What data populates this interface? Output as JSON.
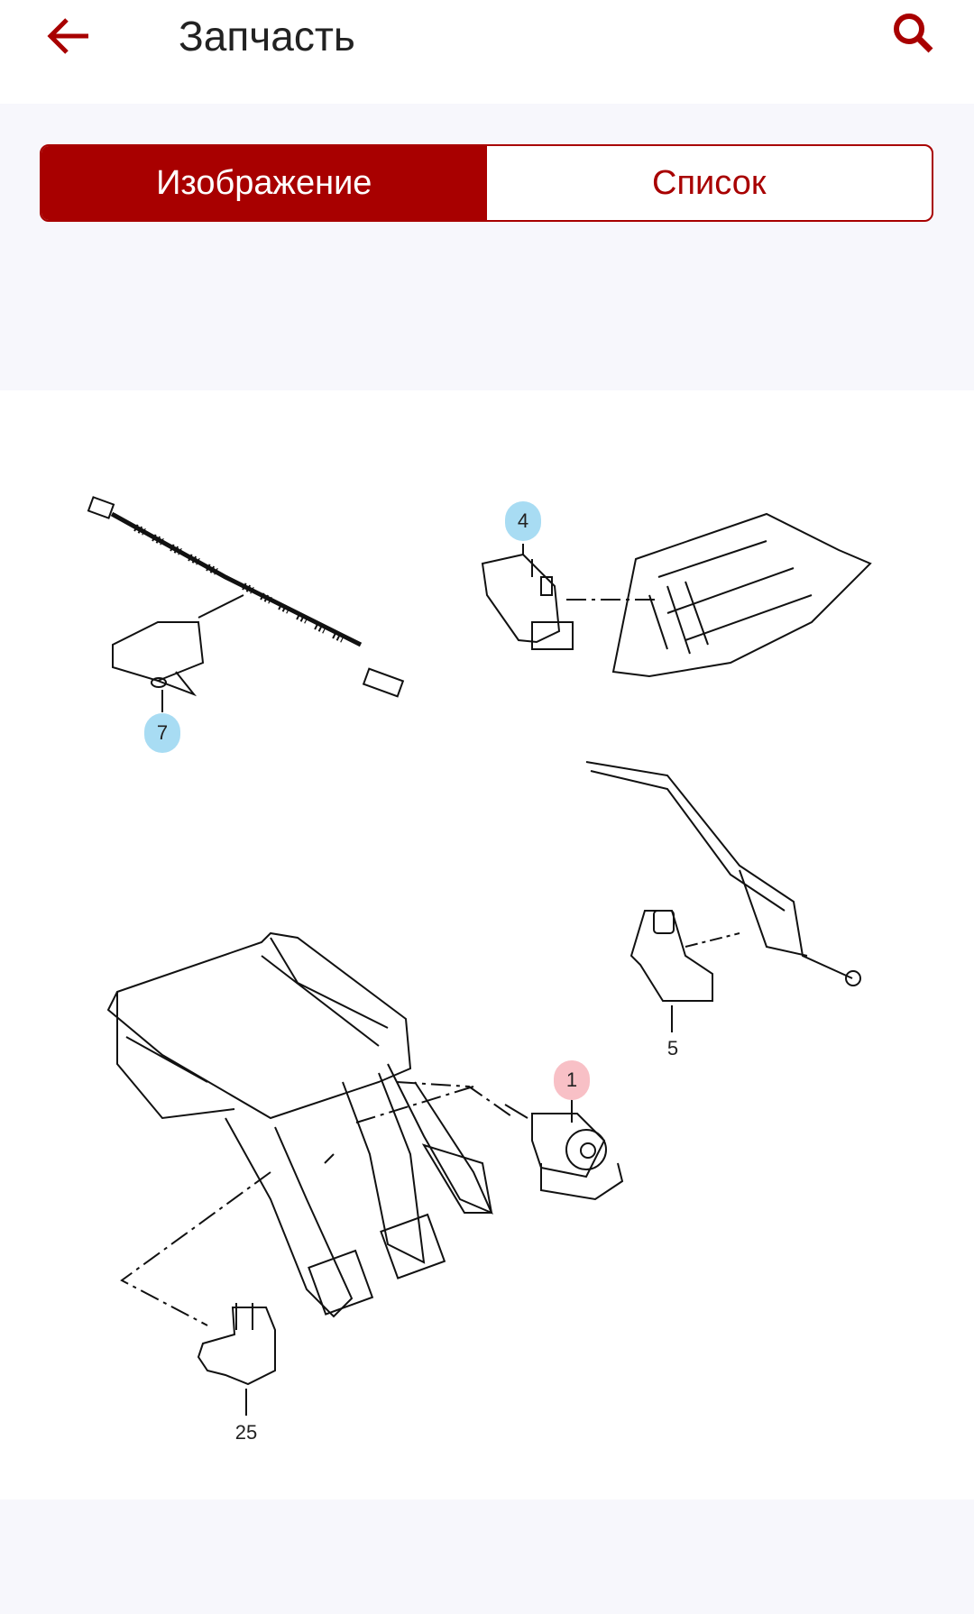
{
  "header": {
    "title": "Запчасть",
    "back_icon": "arrow-left-icon",
    "search_icon": "search-icon"
  },
  "tabs": [
    {
      "label": "Изображение",
      "active": true
    },
    {
      "label": "Список",
      "active": false
    }
  ],
  "colors": {
    "accent": "#a80000",
    "highlight_blue": "#a8dcf3",
    "highlight_red": "#f8c0c6"
  },
  "diagram": {
    "callouts": [
      {
        "number": "7",
        "highlight": "blue"
      },
      {
        "number": "4",
        "highlight": "blue"
      },
      {
        "number": "1",
        "highlight": "red"
      },
      {
        "number": "5",
        "highlight": "none"
      },
      {
        "number": "25",
        "highlight": "none"
      }
    ]
  }
}
